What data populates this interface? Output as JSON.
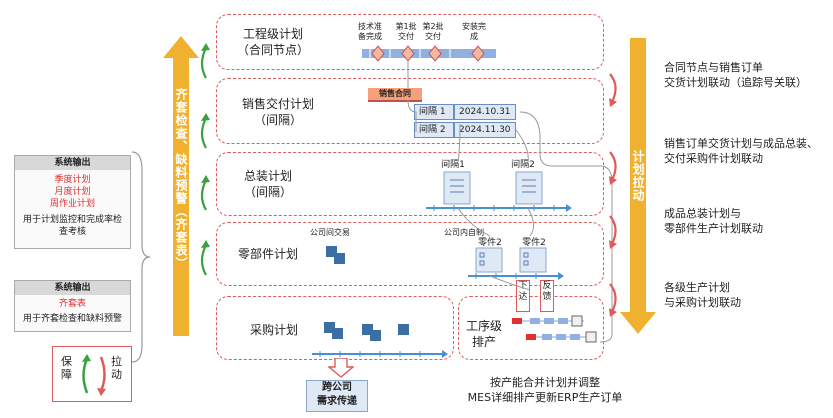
{
  "left_panel": {
    "box1_title": "系统输出",
    "box1_items": [
      "季度计划",
      "月度计划",
      "周作业计划"
    ],
    "box1_desc": "用于计划监控和完成率检查考核",
    "box2_title": "系统输出",
    "box2_items": [
      "齐套表"
    ],
    "box2_desc": "用于齐套检查和缺料预警",
    "legend_left": "保障",
    "legend_right": "拉动"
  },
  "left_arrow_text": "齐套检查、缺料预警（齐套表）",
  "right_arrow_text": "计划拉动",
  "levels": {
    "l1": {
      "title": "工程级计划\n（合同节点）",
      "milestones": [
        "技术准备完成",
        "第1批交付",
        "第2批交付",
        "安装完成"
      ]
    },
    "l2": {
      "title": "销售交付计划\n（间隔）",
      "contract": "销售合同",
      "rows": [
        {
          "name": "间隔 1",
          "date": "2024.10.31"
        },
        {
          "name": "间隔 2",
          "date": "2024.11.30"
        }
      ]
    },
    "l3": {
      "title": "总装计划\n（间隔）",
      "docs": [
        "间隔1",
        "间隔2"
      ]
    },
    "l4": {
      "title": "零部件计划",
      "label_a": "公司间交易",
      "label_b": "公司内自制",
      "docs": [
        "零件2",
        "零件2"
      ]
    },
    "l5": {
      "title": "采购计划"
    }
  },
  "process": {
    "title": "工序级\n排产",
    "down_label": "下达",
    "feedback_label": "反馈"
  },
  "bottom_box": "跨公司\n需求传递",
  "bottom_note": "按产能合并计划并调整\nMES详细排产更新ERP生产订单",
  "right_notes": [
    "合同节点与销售订单\n交货计划联动（追踪号关联）",
    "销售订单交货计划与成品总装、\n交付采购件计划联动",
    "成品总装计划与\n零部件生产计划联动",
    "各级生产计划\n与采购计划联动"
  ],
  "colors": {
    "accent_orange": "#f0b030",
    "dashed_red": "#e05a5a",
    "green": "#3aa040",
    "blue_bar": "#8fb0e0"
  }
}
